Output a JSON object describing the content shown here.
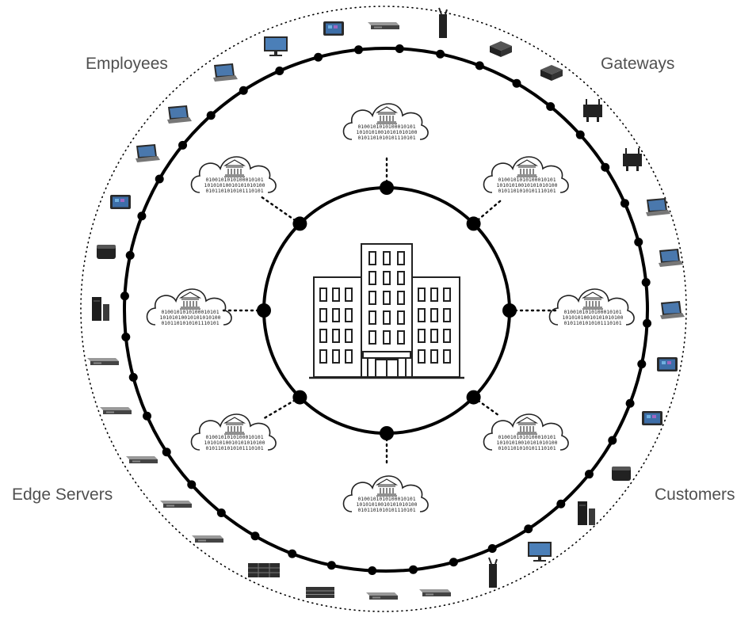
{
  "groups": {
    "employees": "Employees",
    "gateways": "Gateways",
    "edge_servers": "Edge Servers",
    "customers": "Customers"
  },
  "cloud_binary": [
    "0100101010100010101",
    "10101010010101010100",
    "0101101010101110101"
  ],
  "device_groups": [
    {
      "group": "employees",
      "devices": [
        "tablet",
        "monitor",
        "laptop",
        "laptop",
        "laptop",
        "tablet",
        "mini-pc",
        "tower",
        "rack-server"
      ]
    },
    {
      "group": "gateways",
      "devices": [
        "router",
        "box",
        "box",
        "gateway",
        "gateway"
      ]
    },
    {
      "group": "customers",
      "devices": [
        "laptop",
        "laptop",
        "laptop",
        "tablet",
        "tablet",
        "mini-pc",
        "tower",
        "monitor",
        "router"
      ]
    },
    {
      "group": "edge_servers",
      "devices": [
        "rack-server",
        "rack-server",
        "rack-server",
        "rack-server",
        "rack-server",
        "blade",
        "storage",
        "rack-server",
        "rack-server",
        "rack-server"
      ]
    }
  ],
  "colors": {
    "ring": "#000000",
    "text": "#505050",
    "device": "#2a2a2a",
    "screen": "#3d6ea8"
  }
}
